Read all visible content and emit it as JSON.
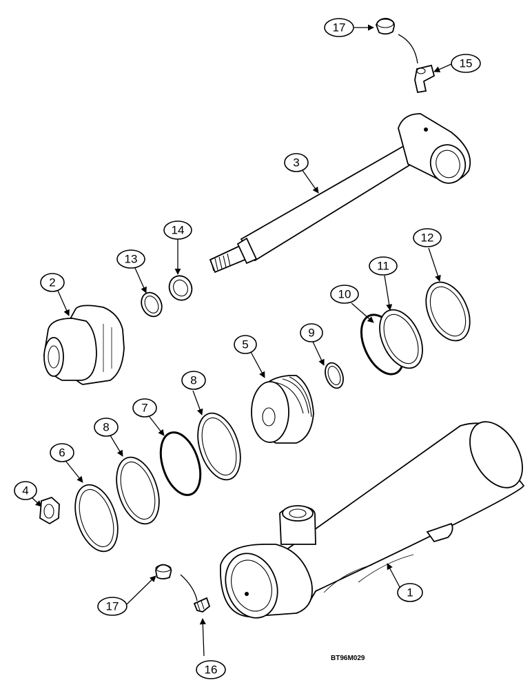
{
  "figure_code": "BT96M029",
  "callouts": {
    "c1": "1",
    "c2": "2",
    "c3": "3",
    "c4": "4",
    "c5": "5",
    "c6": "6",
    "c7": "7",
    "c8a": "8",
    "c8b": "8",
    "c9": "9",
    "c10": "10",
    "c11": "11",
    "c12": "12",
    "c13": "13",
    "c14": "14",
    "c15": "15",
    "c16": "16",
    "c17a": "17",
    "c17b": "17"
  }
}
